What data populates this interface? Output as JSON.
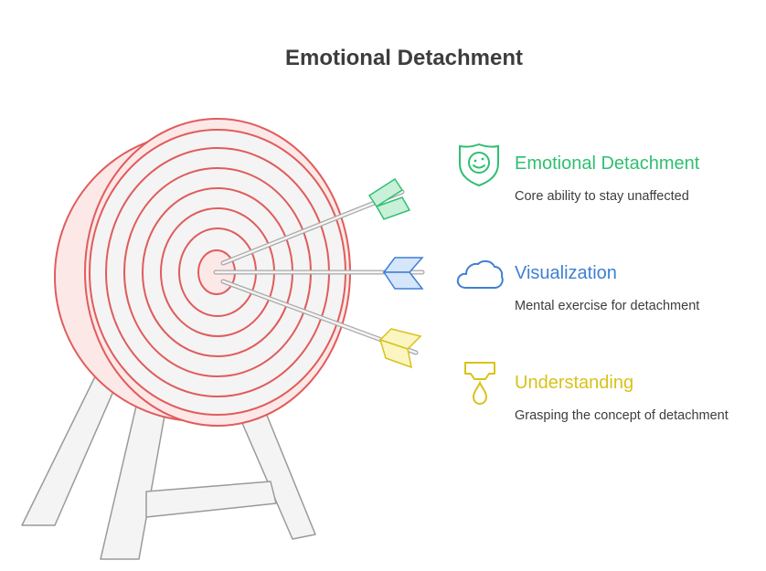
{
  "title": "Emotional Detachment",
  "items": [
    {
      "title": "Emotional Detachment",
      "description": "Core ability to stay unaffected",
      "color": "#2fbf71",
      "icon": "shield-smile-icon"
    },
    {
      "title": "Visualization",
      "description": "Mental exercise for detachment",
      "color": "#3f7fd6",
      "icon": "cloud-icon"
    },
    {
      "title": "Understanding",
      "description": "Grasping the concept of detachment",
      "color": "#d9c21a",
      "icon": "lamp-drop-icon"
    }
  ],
  "colors": {
    "target_stroke": "#e05c5c",
    "target_fill": "#fde8e8",
    "target_inner": "#f4f4f4",
    "stand_fill": "#f4f4f4",
    "stand_stroke": "#9a9a9a",
    "title_text": "#3d3d3d"
  }
}
